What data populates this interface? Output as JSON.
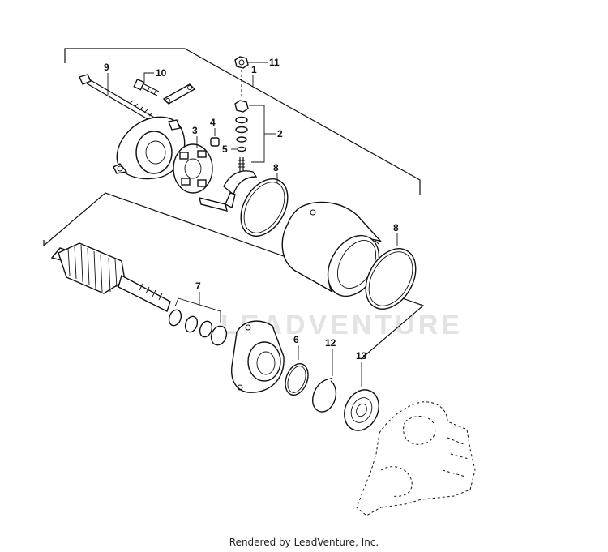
{
  "diagram": {
    "watermark": "LEADVENTURE",
    "credit": "Rendered by LeadVenture, Inc.",
    "callouts": {
      "c1": "1",
      "c2": "2",
      "c3": "3",
      "c4": "4",
      "c5": "5",
      "c6": "6",
      "c7": "7",
      "c8a": "8",
      "c8b": "8",
      "c9": "9",
      "c10": "10",
      "c11": "11",
      "c12": "12",
      "c13": "13"
    }
  }
}
